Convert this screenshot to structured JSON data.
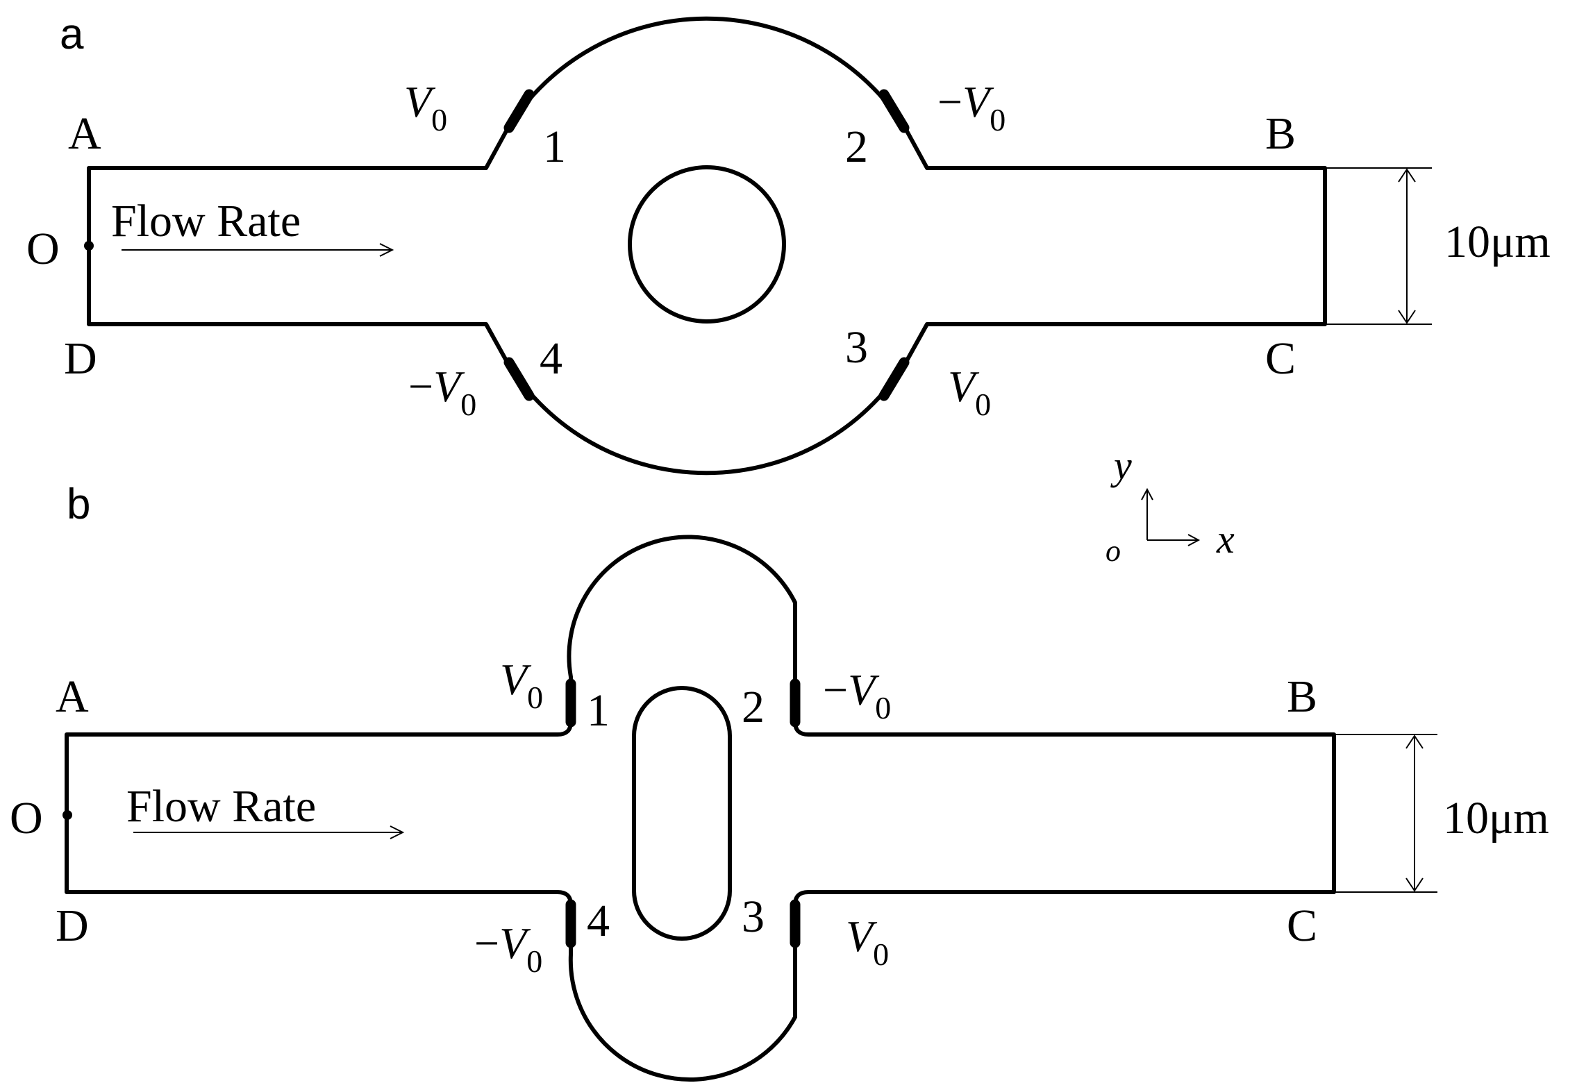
{
  "panel_a": {
    "letter": "a",
    "corners": {
      "A": "A",
      "B": "B",
      "C": "C",
      "D": "D"
    },
    "origin": "O",
    "flow_label": "Flow Rate",
    "width_label": "10μm",
    "electrode_numbers": [
      "1",
      "2",
      "3",
      "4"
    ],
    "voltages": {
      "e1": {
        "sign": "",
        "symbol": "V",
        "sub": "0"
      },
      "e2": {
        "sign": "−",
        "symbol": "V",
        "sub": "0"
      },
      "e3": {
        "sign": "",
        "symbol": "V",
        "sub": "0"
      },
      "e4": {
        "sign": "−",
        "symbol": "V",
        "sub": "0"
      }
    }
  },
  "panel_b": {
    "letter": "b",
    "corners": {
      "A": "A",
      "B": "B",
      "C": "C",
      "D": "D"
    },
    "origin": "O",
    "flow_label": "Flow Rate",
    "width_label": "10μm",
    "electrode_numbers": [
      "1",
      "2",
      "3",
      "4"
    ],
    "voltages": {
      "e1": {
        "sign": "",
        "symbol": "V",
        "sub": "0"
      },
      "e2": {
        "sign": "−",
        "symbol": "V",
        "sub": "0"
      },
      "e3": {
        "sign": "",
        "symbol": "V",
        "sub": "0"
      },
      "e4": {
        "sign": "−",
        "symbol": "V",
        "sub": "0"
      }
    }
  },
  "axes": {
    "y": "y",
    "x": "x",
    "origin": "o"
  }
}
